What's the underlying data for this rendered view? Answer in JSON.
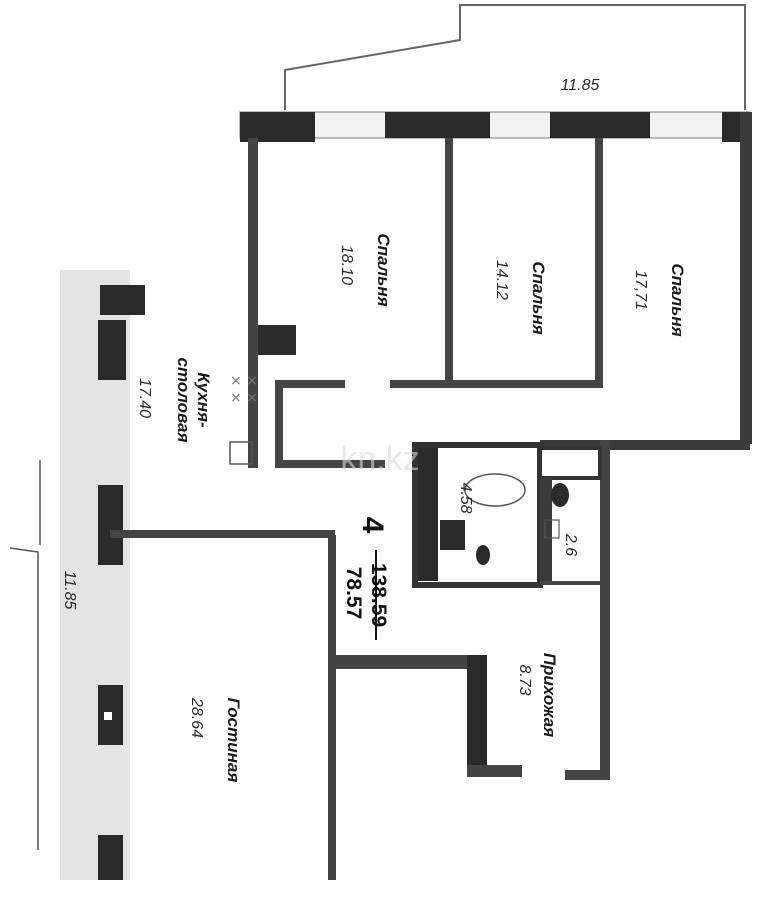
{
  "rooms": {
    "bedroom1": {
      "name": "Спальня",
      "area": "18.10"
    },
    "bedroom2": {
      "name": "Спальня",
      "area": "14.12"
    },
    "bedroom3": {
      "name": "Спальня",
      "area": "17,71"
    },
    "kitchen": {
      "name_line1": "Кухня-",
      "name_line2": "столовая",
      "area": "17.40"
    },
    "living": {
      "name": "Гостиная",
      "area": "28.64"
    },
    "hallway": {
      "name": "Прихожая",
      "area": "8.73"
    },
    "bath1": {
      "area": "4.58"
    },
    "bath2": {
      "area": "2.6"
    }
  },
  "dimensions": {
    "top": "11.85",
    "left": "11.85"
  },
  "summary": {
    "rooms_count": "4",
    "total_area": "138.59",
    "living_area": "78.57"
  },
  "watermark": "kn.kz"
}
